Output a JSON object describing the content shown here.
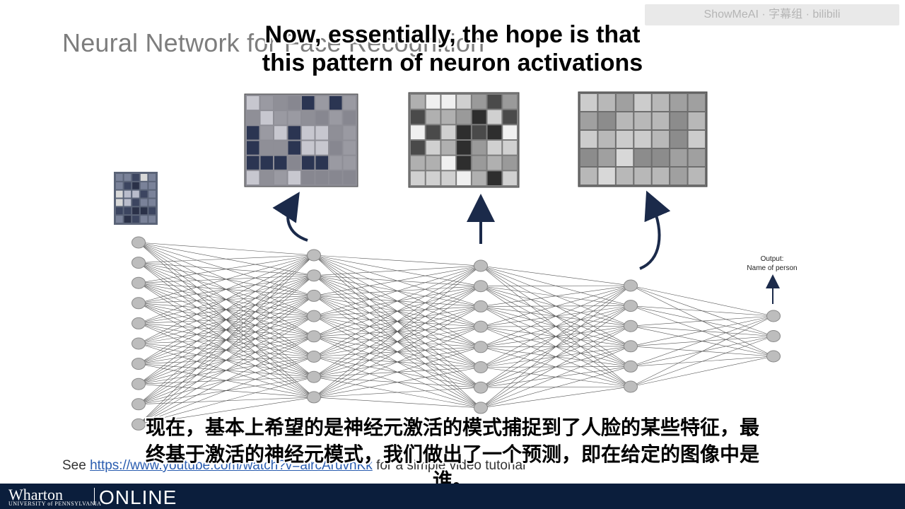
{
  "slide": {
    "title": "Neural Network for Face Recognition",
    "output_line1": "Output:",
    "output_line2": "Name of person",
    "see_prefix": "See ",
    "see_link": "https://www.youtube.com/watch?v=aircAruvnKk",
    "see_suffix": " for a simple video tutorial"
  },
  "subtitles": {
    "en_line1": "Now, essentially, the hope is that",
    "en_line2": "this pattern of neuron activations",
    "cn_line1": "现在，基本上希望的是神经元激活的模式捕捉到了人脸的某些特征，最",
    "cn_line2": "终基于激活的神经元模式，我们做出了一个预测，即在给定的图像中是",
    "cn_line3": "谁。"
  },
  "watermark": "ShowMeAI · 字幕组 · bilibili",
  "footer": {
    "logo_main": "Wharton",
    "logo_sub": "UNIVERSITY of PENNSYLVANIA",
    "logo_online": "ONLINE"
  },
  "network": {
    "layer_sizes": [
      10,
      8,
      8,
      6,
      3
    ]
  },
  "colors": {
    "node_fill": "#bdbdbd",
    "node_stroke": "#8a8a8a",
    "edge": "#555555",
    "arrow": "#1b2a4a",
    "footer_bg": "#0b1e3c"
  }
}
